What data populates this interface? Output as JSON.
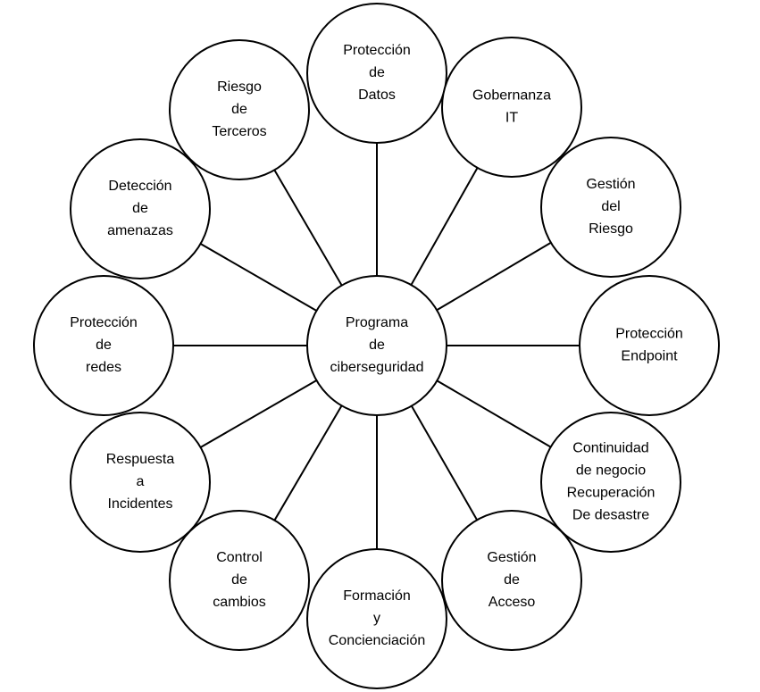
{
  "center": {
    "lines": [
      "Programa",
      "de",
      "ciberseguridad"
    ]
  },
  "nodes": [
    {
      "id": "proteccion-datos",
      "lines": [
        "Protección",
        "de",
        "Datos"
      ]
    },
    {
      "id": "gobernanza-it",
      "lines": [
        "Gobernanza",
        "IT"
      ]
    },
    {
      "id": "gestion-riesgo",
      "lines": [
        "Gestión",
        "del",
        "Riesgo"
      ]
    },
    {
      "id": "proteccion-endpoint",
      "lines": [
        "Protección",
        "Endpoint"
      ]
    },
    {
      "id": "continuidad-negocio",
      "lines": [
        "Continuidad",
        "de negocio",
        "Recuperación",
        "De desastre"
      ]
    },
    {
      "id": "gestion-acceso",
      "lines": [
        "Gestión",
        "de",
        "Acceso"
      ]
    },
    {
      "id": "formacion-concienciacion",
      "lines": [
        "Formación",
        "y",
        "Concienciación"
      ]
    },
    {
      "id": "control-cambios",
      "lines": [
        "Control",
        "de",
        "cambios"
      ]
    },
    {
      "id": "respuesta-incidentes",
      "lines": [
        "Respuesta",
        "a",
        "Incidentes"
      ]
    },
    {
      "id": "proteccion-redes",
      "lines": [
        "Protección",
        "de",
        "redes"
      ]
    },
    {
      "id": "deteccion-amenazas",
      "lines": [
        "Detección",
        "de",
        "amenazas"
      ]
    },
    {
      "id": "riesgo-terceros",
      "lines": [
        "Riesgo",
        "de",
        "Terceros"
      ]
    }
  ]
}
